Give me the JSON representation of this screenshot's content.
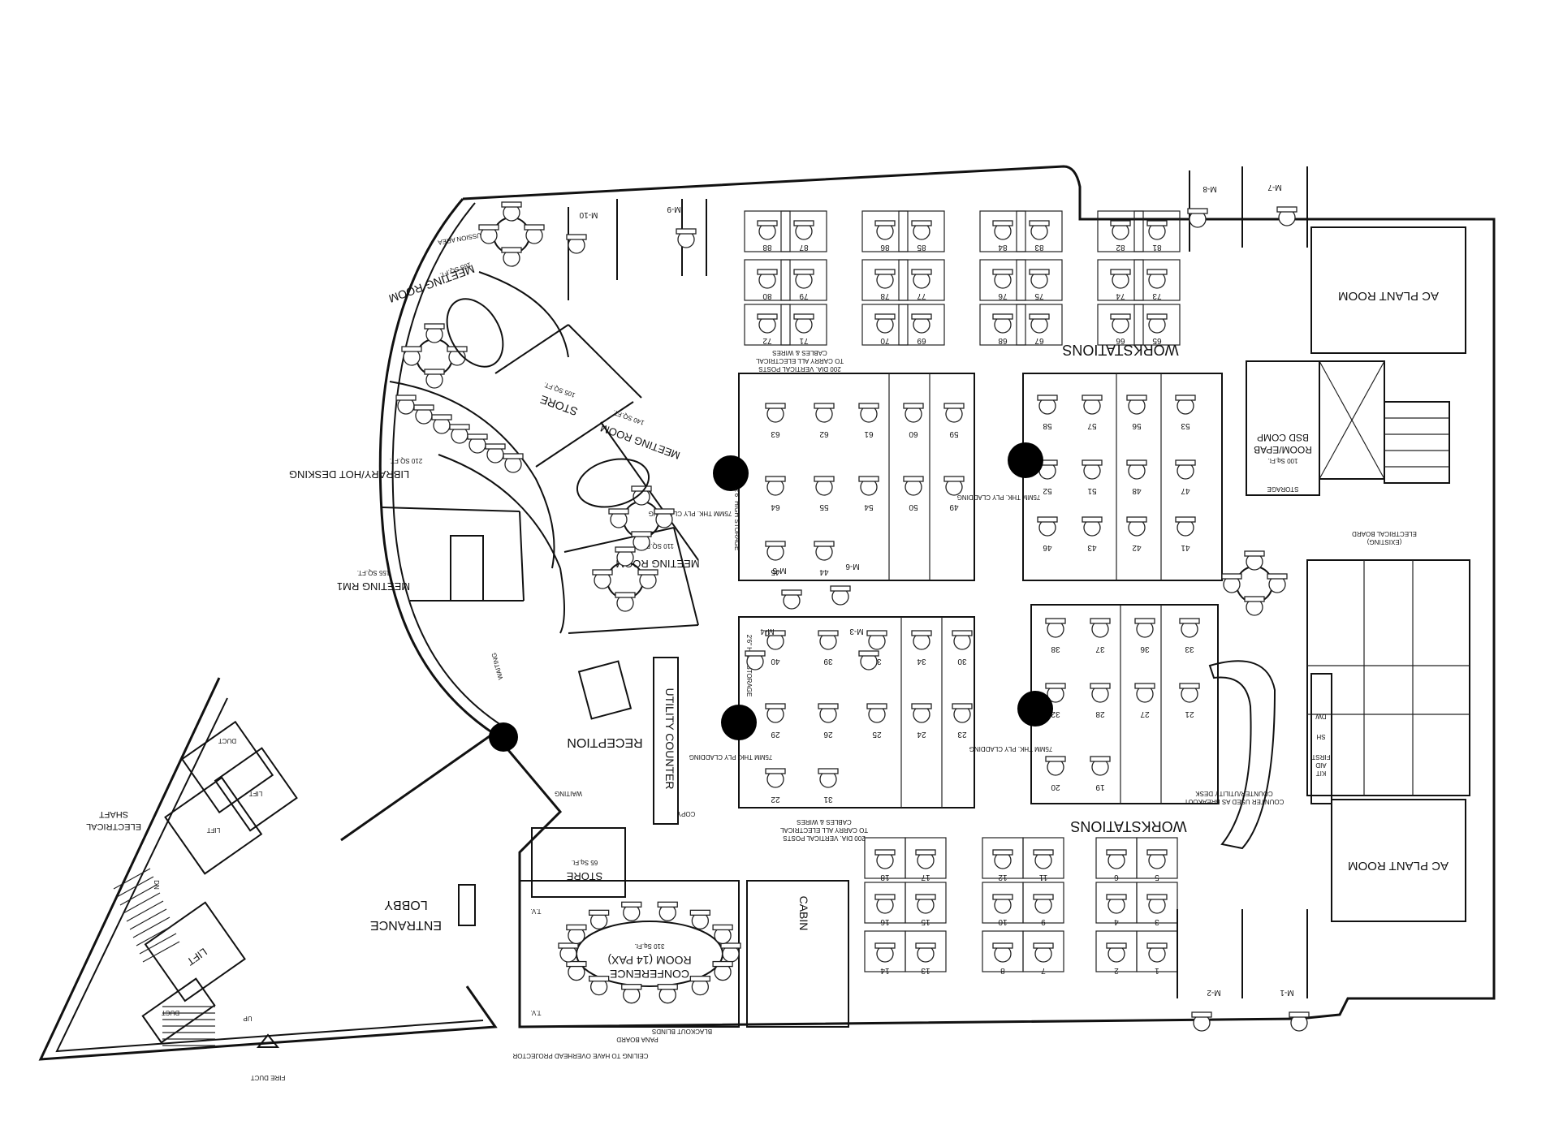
{
  "labels": {
    "ac_plant_top": "AC PLANT ROOM",
    "ac_plant_bottom": "AC PLANT ROOM",
    "workstations_top": "WORKSTATIONS",
    "workstations_bottom": "WORKSTATIONS",
    "meeting_room_top": "MEETING ROOM",
    "meeting_room_top_area": "165 SQ.FT.",
    "discussion_area": "DISCUSSION AREA",
    "store_top": "STORE",
    "store_top_area": "105 SQ.FT.",
    "meeting_room_mid": "MEETING ROOM",
    "meeting_room_mid_area": "140 SQ.FT.",
    "library": "LIBRARY/HOT DESKING",
    "library_area": "210 SQ.FT.",
    "meeting_room_small": "MEETING ROOM",
    "meeting_room_small_area": "110 SQ.FT.",
    "meeting_rm1": "MEETING RM1",
    "meeting_rm1_area": "155 SQ.FT.",
    "waiting_1": "WAITING",
    "waiting_2": "WAITING",
    "reception": "RECEPTION",
    "utility_counter": "UTILITY COUNTER",
    "copy": "COPY",
    "store_bottom": "STORE",
    "store_bottom_area": "65 Sq.Ft.",
    "conference_1": "CONFERENCE",
    "conference_2": "ROOM (14 PAX)",
    "conference_area": "310 Sq.Ft.",
    "cabin": "CABIN",
    "entrance_lobby_1": "ENTRANCE",
    "entrance_lobby_2": "LOBBY",
    "electrical_shaft_1": "ELECTRICAL",
    "electrical_shaft_2": "SHAFT",
    "lift_1": "LIFT",
    "lift_2": "LIFT",
    "lift_3": "LIFT",
    "duct_1": "DUCT",
    "duct_2": "DUCT",
    "fire_duct": "FIRE DUCT",
    "dn": "DN",
    "up": "UP",
    "bsd_comp_1": "BSD COMP",
    "bsd_comp_2": "ROOM/EPAB",
    "bsd_comp_area": "100 Sq.Ft.",
    "storage": "STORAGE",
    "electrical_board_1": "ELECTRICAL BOARD",
    "electrical_board_2": "(EXISTING)",
    "counter_1": "COUNTER USED AS BREAKOUT",
    "counter_2": "COUNTER/UTILITY DESK",
    "first_aid_1": "FIRST",
    "first_aid_2": "AID",
    "first_aid_3": "KIT",
    "sh": "SH",
    "dw": "DW",
    "ply_cladding_1": "75MM THK. PLY CLADDING",
    "ply_cladding_2": "75MM THK. PLY CLADDING",
    "ply_cladding_3": "75MM THK. PLY CLADDING",
    "ply_cladding_4": "75MM THK. PLY CLADDING",
    "high_storage_1": "2'6\" HIGH STORAGE",
    "high_storage_2": "2'6\" HIGH STORAGE",
    "cables_top_1": "200 DIA. VERTICAL POSTS",
    "cables_top_2": "TO CARRY ALL ELECTRICAL",
    "cables_top_3": "CABLES & WIRES",
    "cables_bot_1": "200 DIA. VERTICAL POSTS",
    "cables_bot_2": "TO CARRY ALL ELECTRICAL",
    "cables_bot_3": "CABLES & WIRES",
    "blackout_blinds": "BLACKOUT BLINDS",
    "pana_board": "PANA BOARD",
    "ceiling_projector": "CEILING TO HAVE OVERHEAD PROJECTOR",
    "tv_1": "T.V.",
    "tv_2": "T.V."
  },
  "managers": [
    "M-10",
    "M-9",
    "M-8",
    "M-7",
    "M-6",
    "M-5",
    "M-4",
    "M-3",
    "M-2",
    "M-1"
  ],
  "desks_top": [
    [
      "88",
      "87",
      "86",
      "85",
      "84",
      "83",
      "82",
      "81"
    ],
    [
      "80",
      "79",
      "78",
      "77",
      "76",
      "75",
      "74",
      "73"
    ],
    [
      "72",
      "71",
      "70",
      "69",
      "68",
      "67",
      "66",
      "65"
    ]
  ],
  "desks_cluster_a": [
    "63",
    "62",
    "61",
    "60",
    "59",
    "64",
    "55",
    "54",
    "50",
    "49",
    "45",
    "44"
  ],
  "desks_cluster_b": [
    "58",
    "57",
    "56",
    "53",
    "52",
    "51",
    "48",
    "47",
    "46",
    "43",
    "42",
    "41"
  ],
  "desks_cluster_c": [
    "40",
    "39",
    "35",
    "34",
    "30",
    "29",
    "26",
    "25",
    "24",
    "23",
    "22",
    "31"
  ],
  "desks_cluster_d": [
    "38",
    "37",
    "36",
    "33",
    "32",
    "28",
    "27",
    "21",
    "20",
    "19"
  ],
  "desks_bottom": [
    [
      "18",
      "17",
      "12",
      "11",
      "6",
      "5"
    ],
    [
      "16",
      "15",
      "10",
      "9",
      "4",
      "3"
    ],
    [
      "14",
      "13",
      "8",
      "7",
      "2",
      "1"
    ]
  ],
  "colors": {
    "ink": "#111111",
    "paper": "#ffffff"
  }
}
